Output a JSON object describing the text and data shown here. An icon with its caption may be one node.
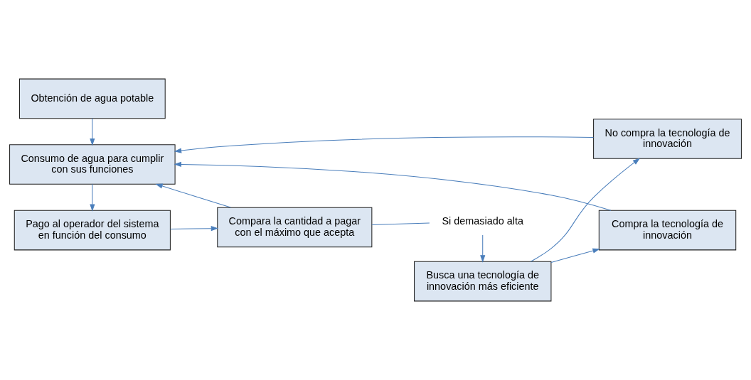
{
  "diagram": {
    "nodes": [
      {
        "text": [
          "Obtención de agua potable"
        ]
      },
      {
        "text": [
          "Consumo de agua para cumplir con sus funciones"
        ]
      },
      {
        "text": [
          "Compra la tecnología de innovación"
        ]
      },
      {
        "text": [
          "No compra la tecnología de innovación"
        ]
      },
      {
        "text": [
          "Busca una tecnología de innovación más eficiente"
        ]
      },
      {
        "text": [
          "Pago al operador del sistema en función del consumo"
        ]
      },
      {
        "text": [
          "Compara la cantidad a pagar con el máximo que acepta"
        ]
      },
      {
        "text": [
          "Si demasiado alta"
        ]
      }
    ],
    "edges": [
      {
        "from": 0,
        "to": 1,
        "arrow": "to"
      },
      {
        "from": 2,
        "to": 1,
        "arrow": "to"
      },
      {
        "from": 3,
        "to": 1,
        "arrow": "to"
      },
      {
        "from": 4,
        "to": 2,
        "arrow": "to"
      },
      {
        "from": 4,
        "to": 3,
        "arrow": "to"
      },
      {
        "from": 1,
        "to": 5,
        "arrow": "to"
      },
      {
        "from": 5,
        "to": 6,
        "arrow": "to"
      },
      {
        "from": 6,
        "to": 1,
        "arrow": "to"
      },
      {
        "from": 6,
        "to": 7,
        "arrow": "none"
      },
      {
        "from": 7,
        "to": 4,
        "arrow": "to"
      }
    ]
  }
}
